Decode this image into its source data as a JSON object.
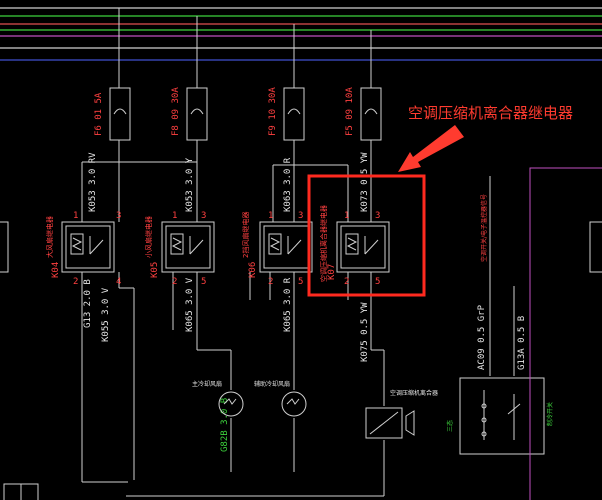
{
  "annotation": {
    "callout": "空调压缩机离合器继电器"
  },
  "fuses": [
    {
      "label": "F6 01 5A"
    },
    {
      "label": "F8 09 30A"
    },
    {
      "label": "F9 10 30A"
    },
    {
      "label": "F5 09 10A"
    }
  ],
  "wires": {
    "k053_rv": "K053 3.0 RV",
    "k053_y": "K053 3.0 Y",
    "k063_r": "K063 3.0 R",
    "k073_yw": "K073 0.5 YW",
    "k055_v": "K055 3.0 V",
    "k065_v": "K065 3.0 V",
    "k065_r": "K065 3.0 R",
    "k075_yw": "K075 0.5 YW",
    "g13_b": "G13 2.0 B",
    "ac09_gp": "AC09 0.5 GrP",
    "g13a_b": "G13A 0.5 B",
    "g82b_b": "G82B 3.0 B"
  },
  "relays": [
    {
      "code": "K04",
      "name": "大风扇继电器"
    },
    {
      "code": "K05",
      "name": "小风扇继电器"
    },
    {
      "code": "K06",
      "name": "2挡风扇继电器"
    },
    {
      "code": "K07",
      "name": "空调压缩机离合器继电器"
    }
  ],
  "pins": {
    "p1": "1",
    "p2": "2",
    "p3": "3",
    "p4": "4",
    "p5": "5"
  },
  "components": {
    "main_fan": "主冷却风扇",
    "aux_fan": "辅助冷却风扇",
    "clutch": "空调压缩机离合器",
    "right_label": "空调开关/电子温控器信号",
    "switch_note": "三态",
    "switch_note2": "制冷开关"
  }
}
